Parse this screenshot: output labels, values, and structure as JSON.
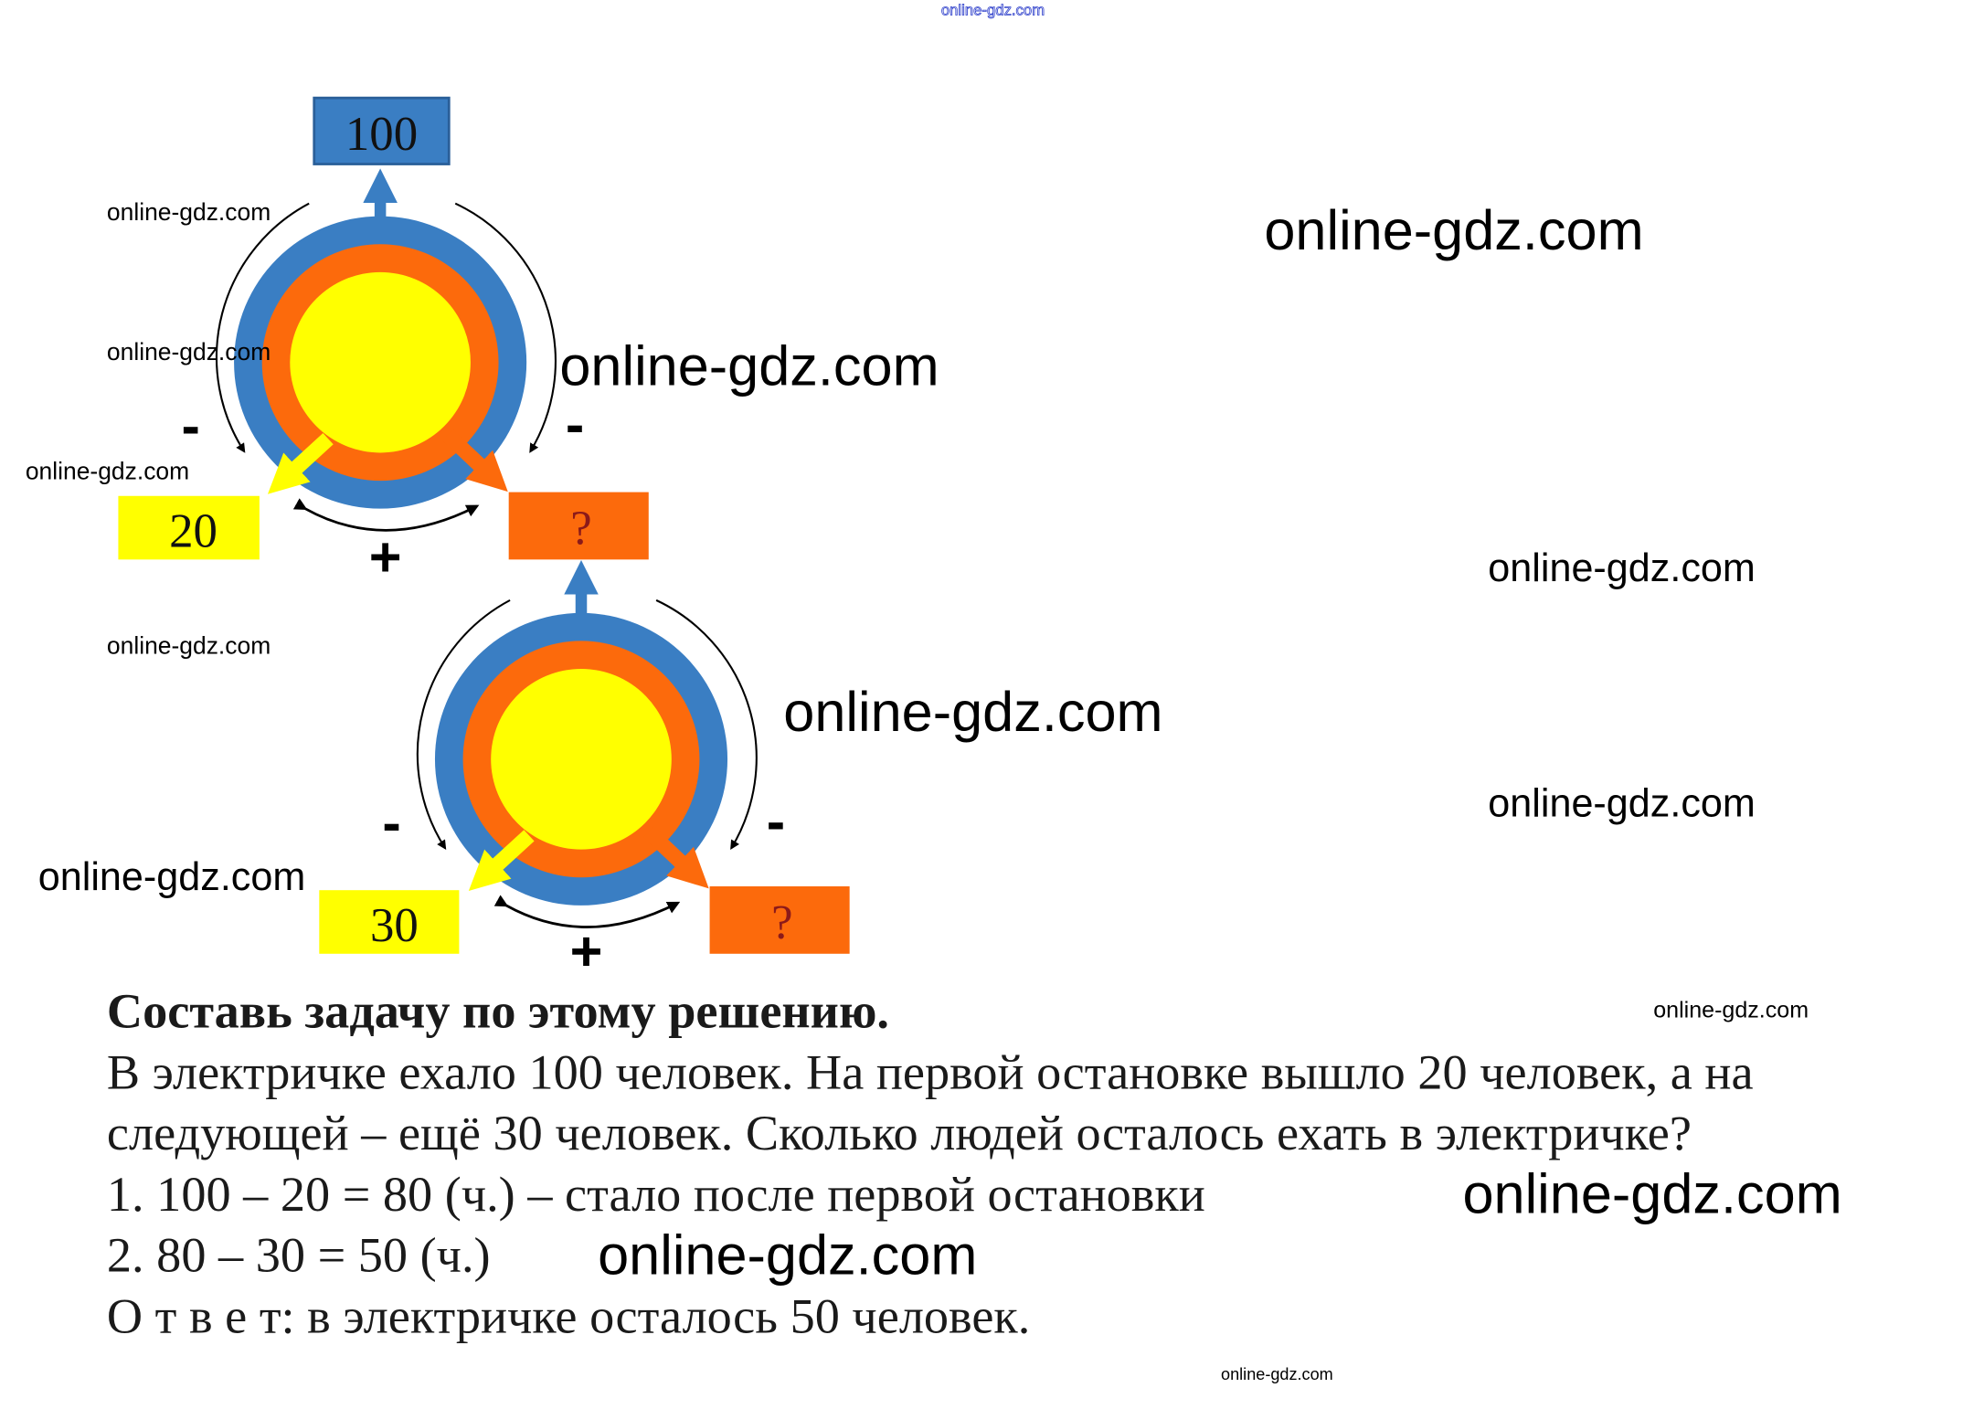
{
  "watermark": "online-gdz.com",
  "diagram1": {
    "top_value": "100",
    "left_value": "20",
    "right_value": "?",
    "minus_left": "-",
    "minus_right": "-",
    "plus": "+"
  },
  "diagram2": {
    "left_value": "30",
    "right_value": "?",
    "minus_left": "-",
    "minus_right": "-",
    "plus": "+"
  },
  "task": {
    "title": "Составь задачу по этому решению.",
    "line1": "В электричке ехало 100 человек. На первой остановке вышло 20 человек, а на",
    "line2": "следующей – ещё 30 человек. Сколько людей осталось ехать в электричке?",
    "step1": "1. 100 – 20 = 80 (ч.) – стало после первой остановки",
    "step2": "2. 80 – 30 =  50 (ч.)",
    "answer": "О т в е т: в электричке осталось 50 человек."
  },
  "colors": {
    "blue": "#3a7ec3",
    "orange": "#fc6a0c",
    "yellow": "#ffff00",
    "question": "#8b1a1a"
  }
}
